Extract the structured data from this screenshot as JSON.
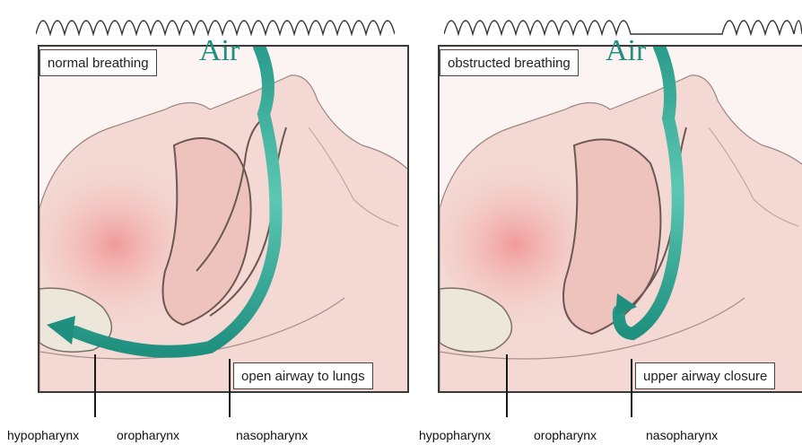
{
  "colors": {
    "air_teal": "#1f8f7f",
    "air_light": "#6fd3c0",
    "skin": "#f2d4cf",
    "throat_red": "#f1a3a1",
    "outline": "#5b4a48"
  },
  "panels": [
    {
      "id": "normal",
      "air_label": "Air",
      "title": "normal breathing",
      "caption": "open airway to lungs",
      "regions": [
        "hypopharynx",
        "oropharynx",
        "nasopharynx"
      ]
    },
    {
      "id": "obstructed",
      "air_label": "Air",
      "title": "obstructed breathing",
      "caption": "upper airway closure",
      "regions": [
        "hypopharynx",
        "oropharynx",
        "nasopharynx"
      ]
    }
  ]
}
